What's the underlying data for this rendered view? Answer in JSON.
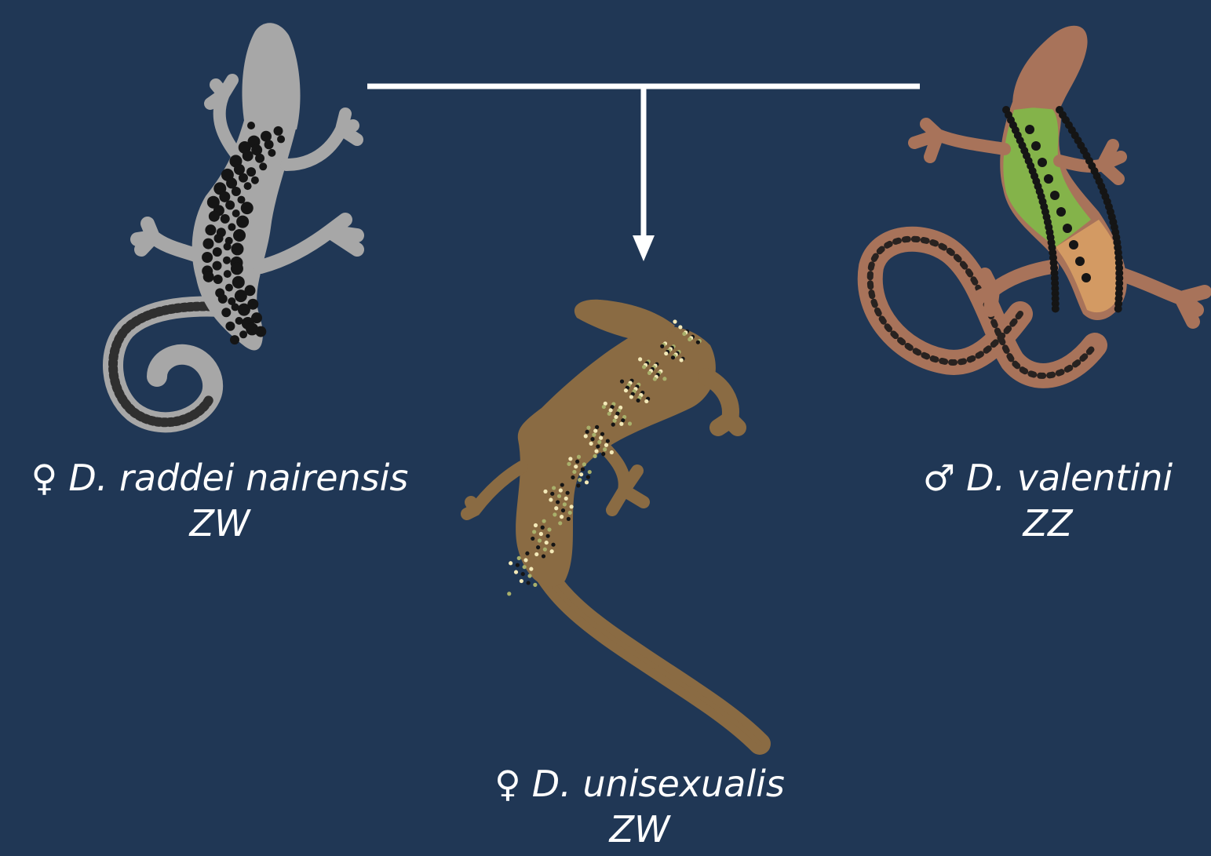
{
  "parents": {
    "female": {
      "symbol": "♀",
      "species": "D. raddei nairensis",
      "karyotype": "ZW"
    },
    "male": {
      "symbol": "♂",
      "species": "D. valentini",
      "karyotype": "ZZ"
    }
  },
  "offspring": {
    "symbol": "♀",
    "species": "D. unisexualis",
    "karyotype": "ZW"
  },
  "colors": {
    "background": "#203755",
    "connector": "#ffffff",
    "raddei_body": "#a7a7a7",
    "valentini_body": "#a8735a",
    "valentini_green": "#84b34a",
    "valentini_orange": "#d39a63",
    "unisexualis_body": "#8a6b43"
  },
  "icons": {
    "left": "lizard-raddei-icon",
    "right": "lizard-valentini-icon",
    "center": "lizard-unisexualis-icon"
  }
}
